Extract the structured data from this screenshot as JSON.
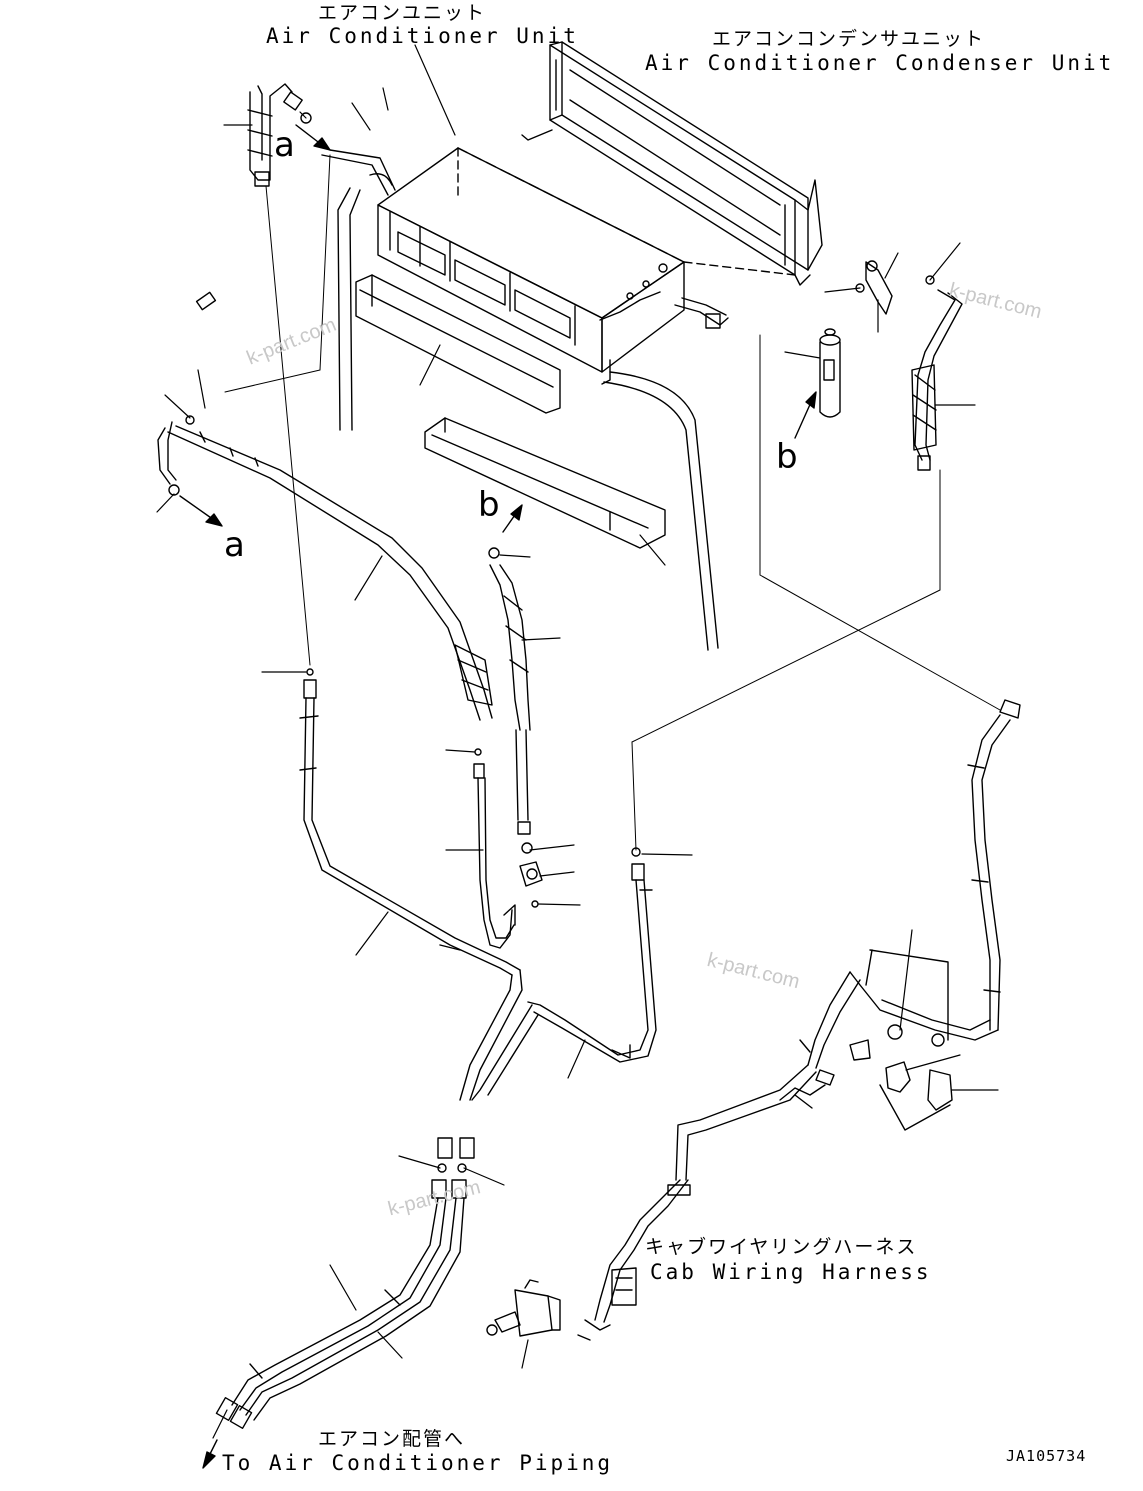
{
  "labels": {
    "ac_unit_jp": "エアコンユニット",
    "ac_unit_en": "Air Conditioner Unit",
    "condenser_jp": "エアコンコンデンサユニット",
    "condenser_en": "Air Conditioner Condenser Unit",
    "cab_harness_jp": "キャブワイヤリングハーネス",
    "cab_harness_en": "Cab Wiring Harness",
    "piping_jp": "エアコン配管へ",
    "piping_en": "To Air Conditioner Piping"
  },
  "markers": {
    "a_top": "a",
    "a_left": "a",
    "b_right": "b",
    "b_center": "b"
  },
  "watermarks": {
    "wm1": "k-part.com",
    "wm2": "k-part.com",
    "wm3": "k-part.com",
    "wm4": "k-part.com"
  },
  "drawing_code": "JA105734",
  "colors": {
    "line": "#000000",
    "watermark": "#c8c8c8",
    "background": "#ffffff"
  }
}
